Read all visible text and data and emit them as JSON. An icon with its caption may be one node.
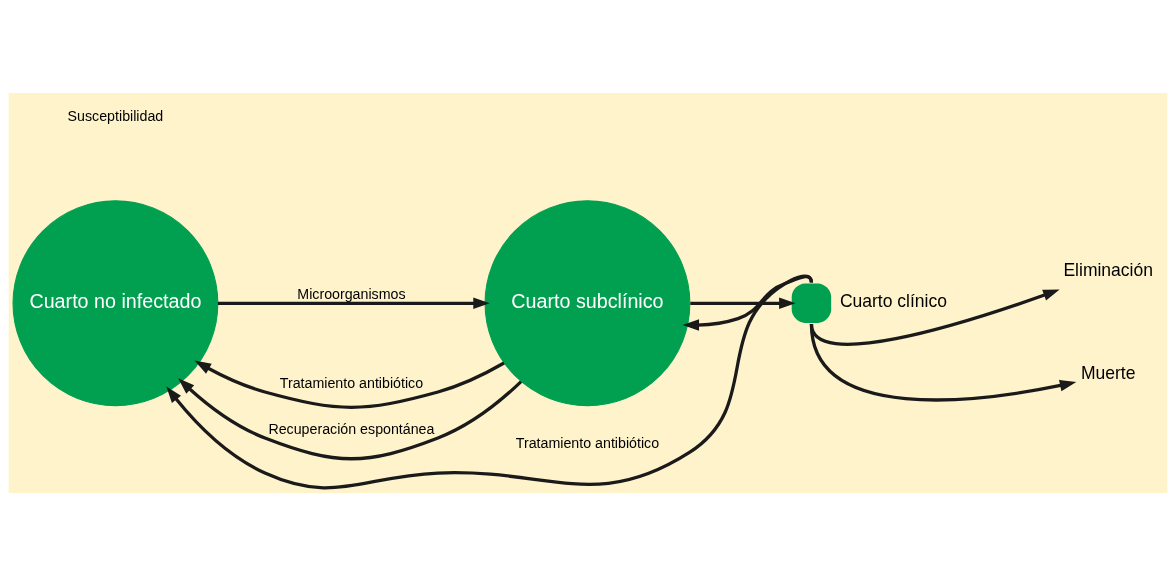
{
  "diagram": {
    "nodes": [
      {
        "text": [
          "Cuarto no infectado"
        ]
      },
      {
        "text": [
          "Cuarto subclínico"
        ]
      },
      {
        "text": [
          "Cuarto clínico"
        ]
      },
      {
        "text": [
          "Eliminación"
        ]
      },
      {
        "text": [
          "Muerte"
        ]
      }
    ],
    "edges": [
      {
        "from": 1,
        "to": 0,
        "arrow": "to",
        "label": "Tratamiento antibiótico"
      },
      {
        "from": 0,
        "to": 1,
        "arrow": "to",
        "label": "Microorganismos"
      },
      {
        "from": 1,
        "to": 0,
        "arrow": "to",
        "label": "Recuperación espontánea"
      },
      {
        "from": 1,
        "to": 2,
        "arrow": "to"
      },
      {
        "from": 2,
        "to": 0,
        "arrow": "to",
        "label": "Tratamiento antibiótico"
      },
      {
        "from": 2,
        "to": 1,
        "arrow": "to"
      },
      {
        "from": 2,
        "to": 3,
        "arrow": "to"
      },
      {
        "from": 2,
        "to": 4,
        "arrow": "to"
      }
    ],
    "labels": [
      "Susceptibilidad"
    ]
  }
}
